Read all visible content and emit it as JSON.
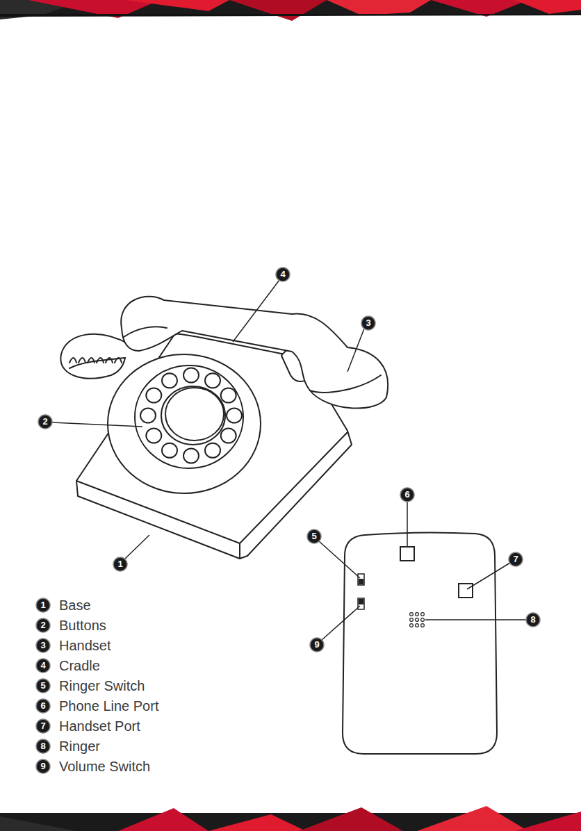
{
  "diagram": {
    "labels": [
      "4",
      "3",
      "2",
      "6",
      "5",
      "7",
      "1",
      "8",
      "9",
      "1",
      "Base",
      "2",
      "Buttons",
      "3",
      "Handset",
      "4",
      "Cradle",
      "5",
      "Ringer Switch",
      "6",
      "Phone Line Port",
      "7",
      "Handset Port",
      "8",
      "Ringer",
      "9",
      "Volume Switch"
    ]
  }
}
